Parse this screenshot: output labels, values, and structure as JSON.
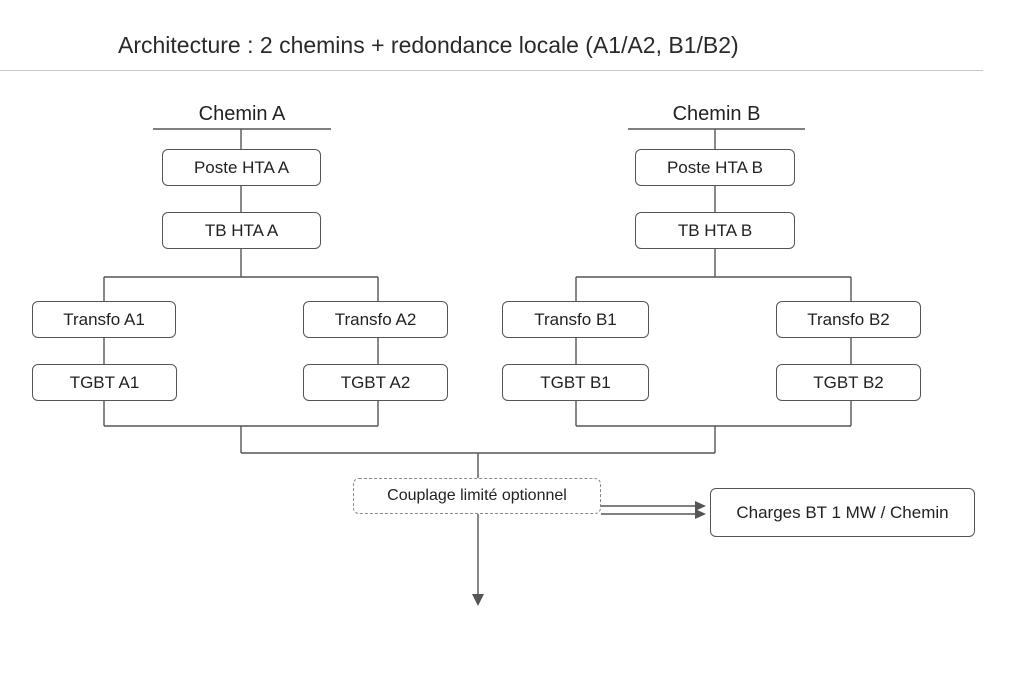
{
  "title": "Architecture : 2 chemins + redondance locale (A1/A2, B1/B2)",
  "paths": {
    "a": {
      "heading": "Chemin A",
      "poste": "Poste HTA A",
      "tb": "TB HTA A",
      "transfo_1": "Transfo A1",
      "transfo_2": "Transfo A2",
      "tgbt_1": "TGBT A1",
      "tgbt_2": "TGBT A2"
    },
    "b": {
      "heading": "Chemin B",
      "poste": "Poste HTA B",
      "tb": "TB HTA B",
      "transfo_1": "Transfo B1",
      "transfo_2": "Transfo B2",
      "tgbt_1": "TGBT B1",
      "tgbt_2": "TGBT B2"
    }
  },
  "coupling": "Couplage limité optionnel",
  "loads": "Charges BT 1 MW / Chemin",
  "colors": {
    "line": "#555555",
    "box_border": "#555555",
    "dashed_border": "#8a8a8a",
    "title_rule": "#c8c8c8"
  }
}
